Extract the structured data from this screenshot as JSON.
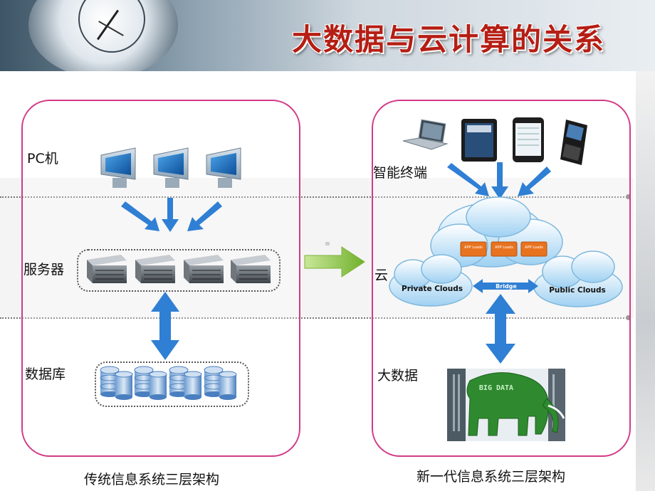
{
  "title": "大数据与云计算的关系",
  "left_panel": {
    "labels": {
      "pc": "PC机",
      "server": "服务器",
      "database": "数据库"
    },
    "caption": "传统信息系统三层架构"
  },
  "right_panel": {
    "labels": {
      "terminal": "智能终端",
      "cloud": "云",
      "bigdata": "大数据"
    },
    "caption": "新一代信息系统三层架构",
    "cloud_labels": {
      "private": "Private Clouds",
      "public": "Public Clouds",
      "bridge": "Bridge",
      "app": "APP Loads"
    },
    "bigdata_text": "BIG DATA"
  },
  "colors": {
    "panel_border": "#d23a86",
    "title": "#b51e14",
    "arrow_blue": "#2f7fd4",
    "arrow_green": "#8cc63f"
  }
}
